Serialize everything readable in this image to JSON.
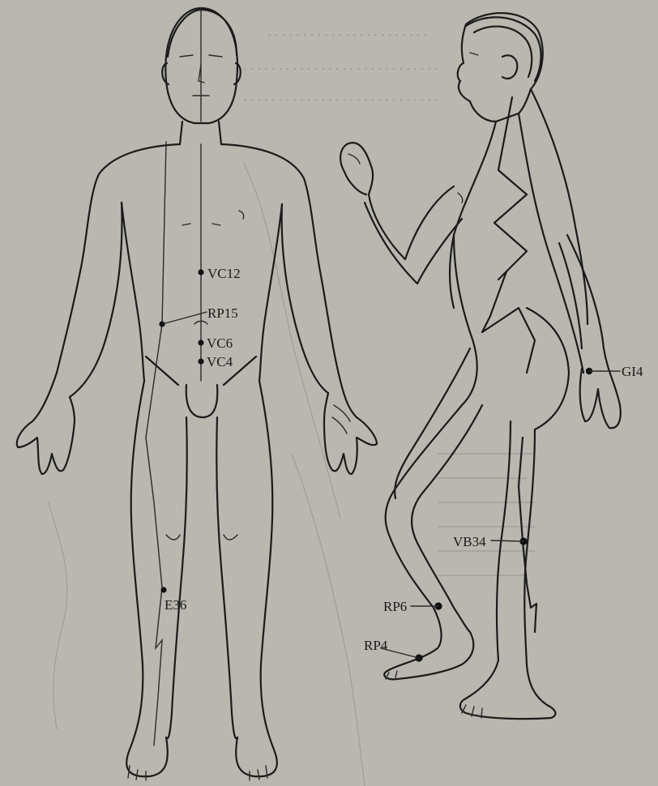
{
  "diagram": {
    "front_points": [
      {
        "id": "VC12",
        "label": "VC12"
      },
      {
        "id": "RP15",
        "label": "RP15"
      },
      {
        "id": "VC6",
        "label": "VC6"
      },
      {
        "id": "VC4",
        "label": "VC4"
      },
      {
        "id": "E36",
        "label": "E36"
      }
    ],
    "side_points": [
      {
        "id": "GI4",
        "label": "GI4"
      },
      {
        "id": "VB34",
        "label": "VB34"
      },
      {
        "id": "RP6",
        "label": "RP6"
      },
      {
        "id": "RP4",
        "label": "RP4"
      }
    ]
  },
  "colors": {
    "paper": "#b9b7b0",
    "ink": "#1b1b1b",
    "bleed_through": "#9f9d96"
  }
}
